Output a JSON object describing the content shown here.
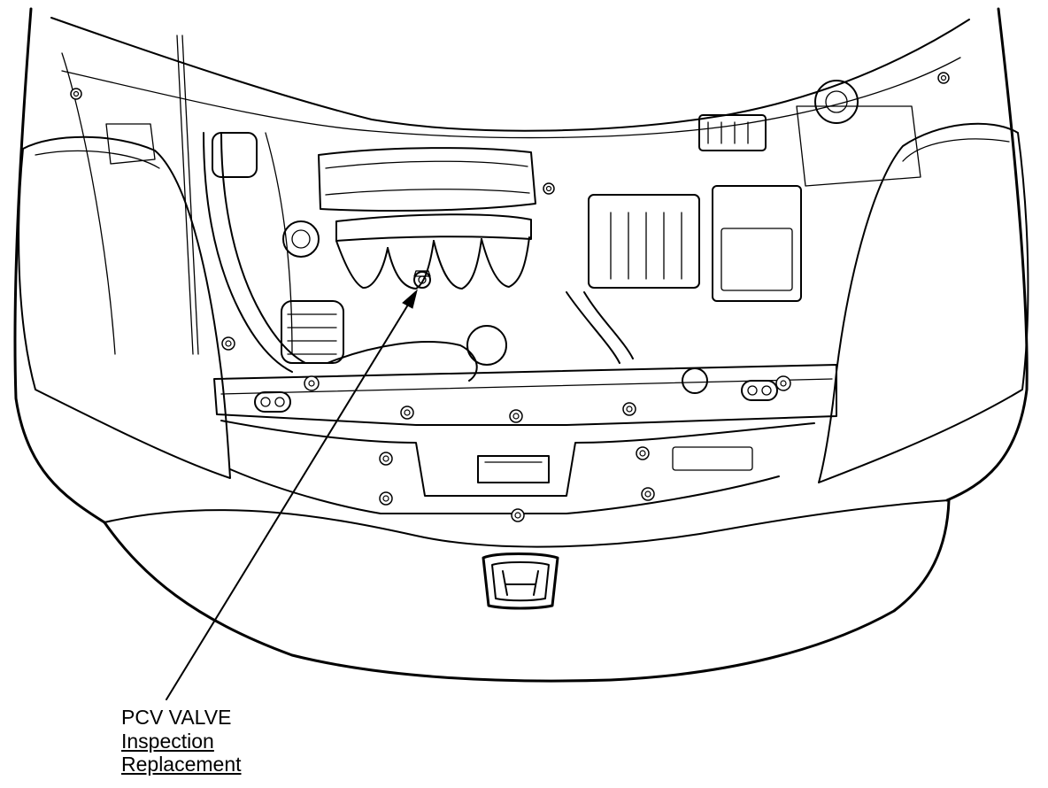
{
  "diagram": {
    "kind": "engine-compartment-illustration",
    "vehicle_brand_logo": "honda-h-logo",
    "line_color": "#000000",
    "background_color": "#ffffff"
  },
  "callout": {
    "name": "PCV VALVE",
    "links": [
      "Inspection",
      "Replacement"
    ]
  }
}
